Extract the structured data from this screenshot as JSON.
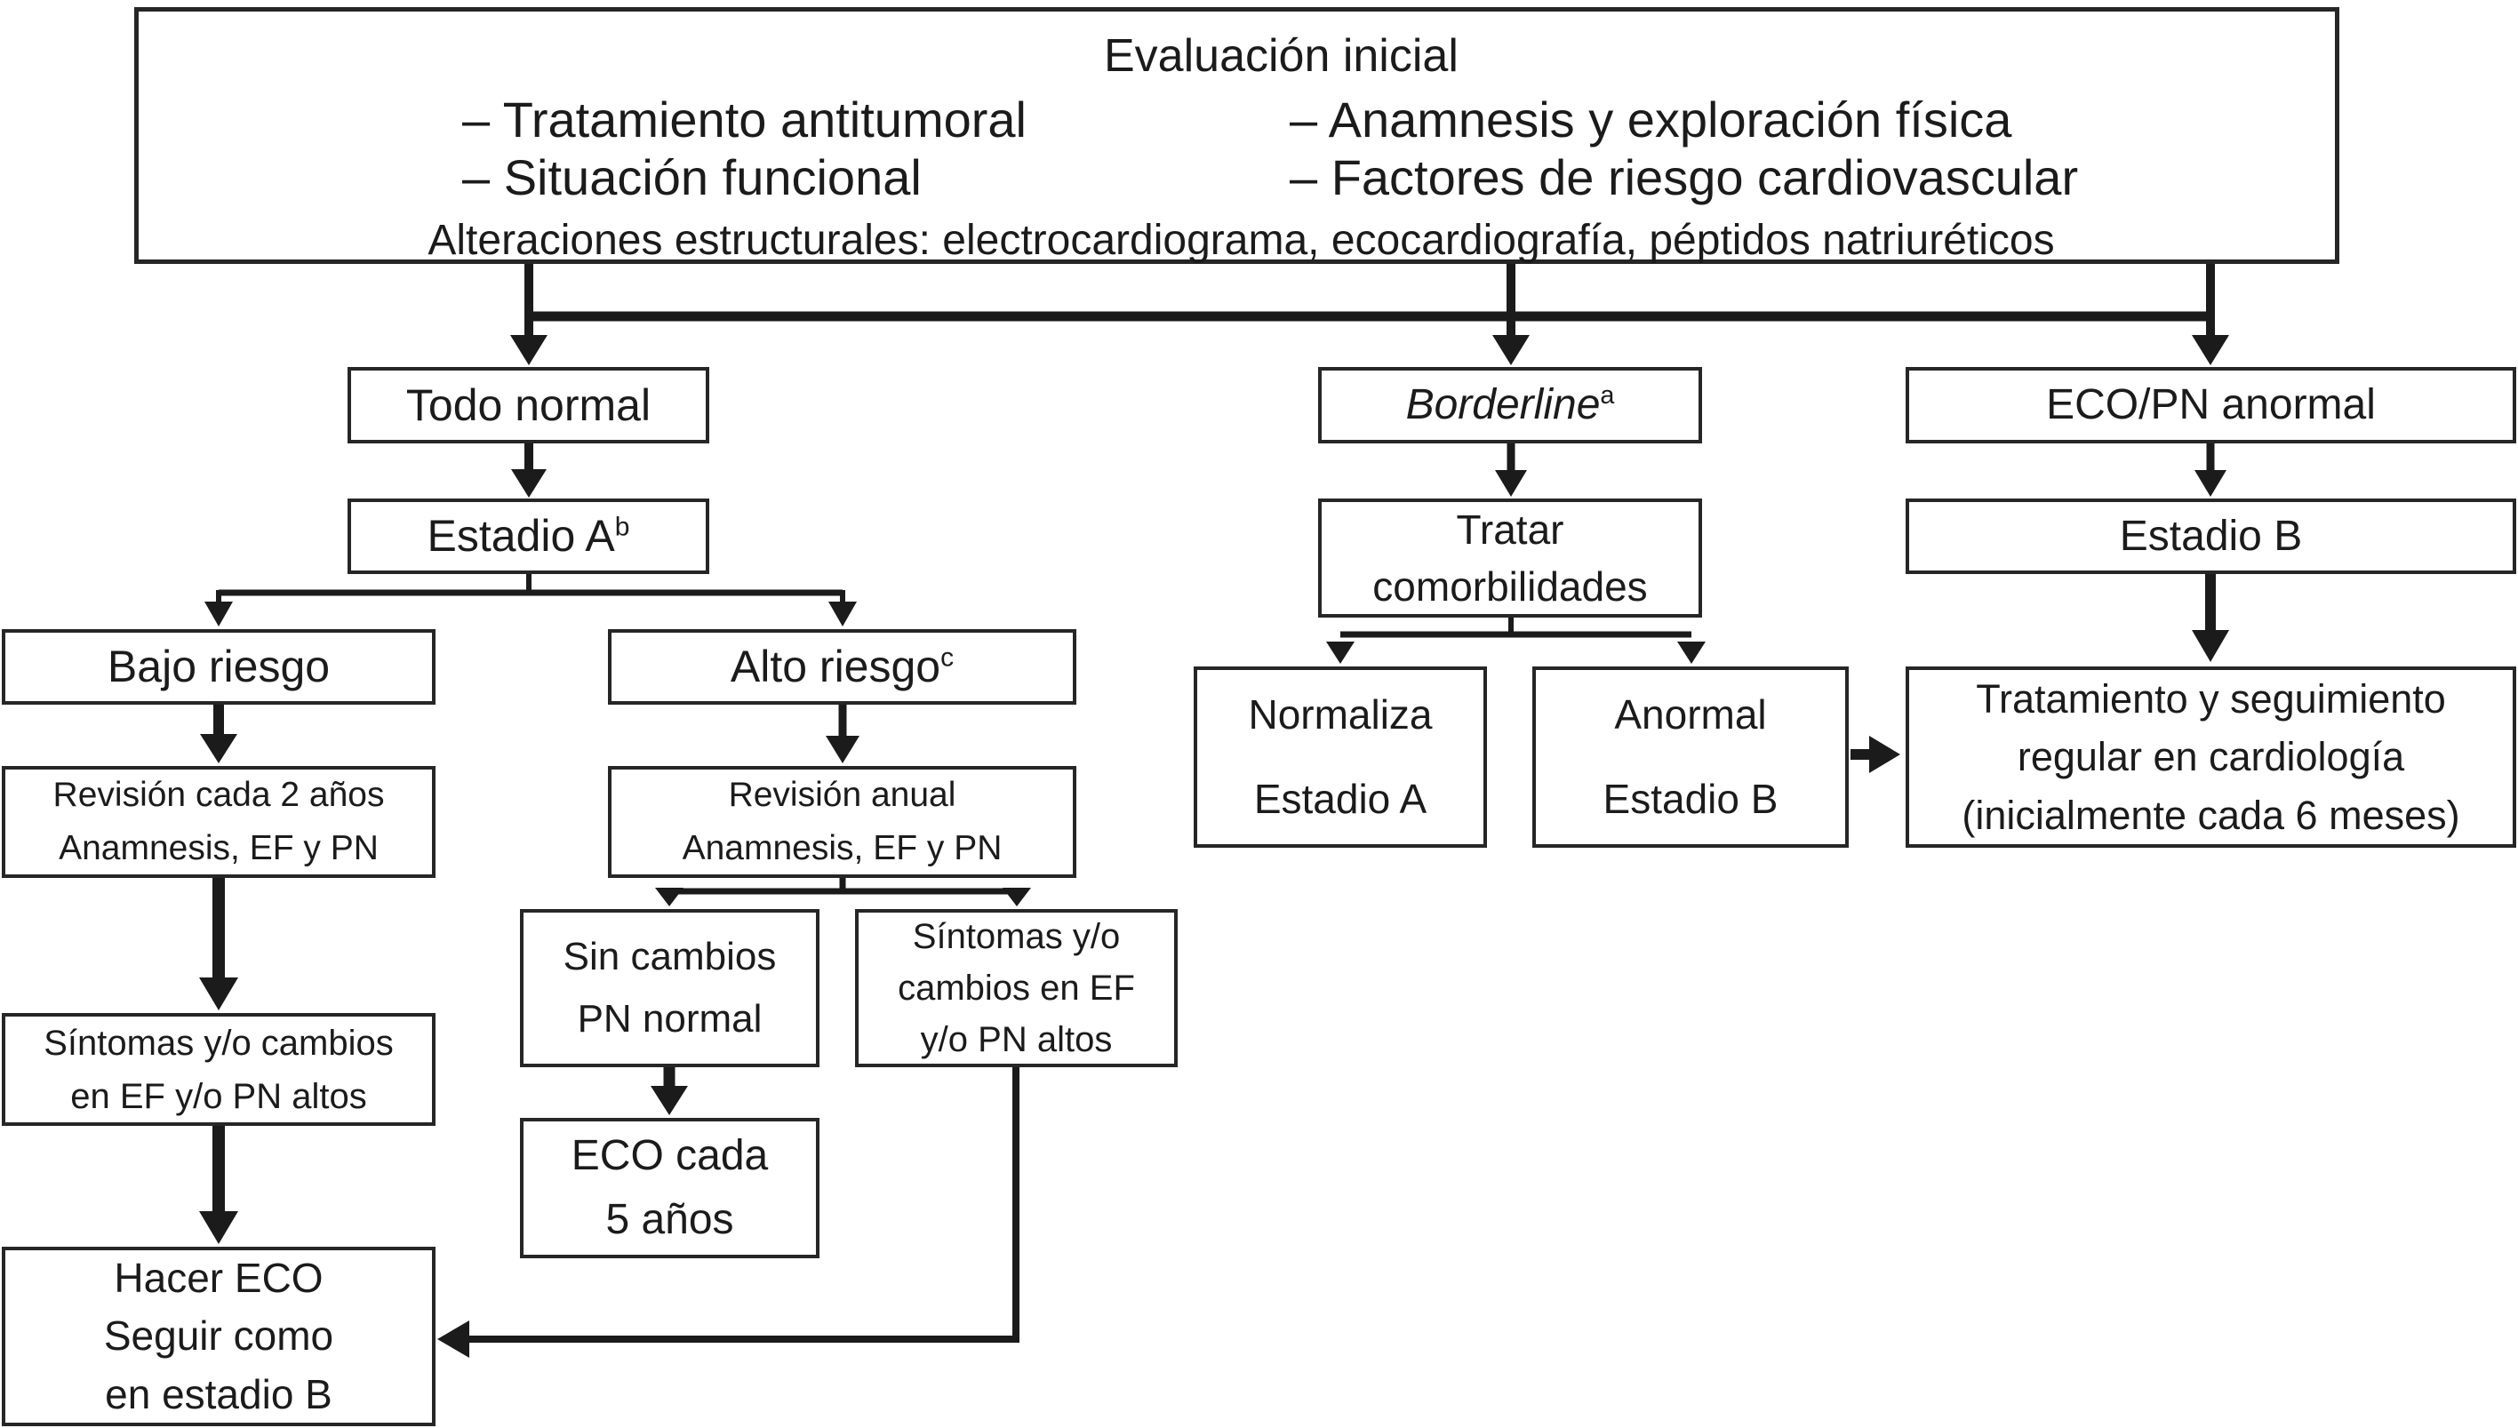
{
  "figure": {
    "eval": {
      "title": "Evaluación inicial",
      "left_items": [
        "– Tratamiento antitumoral",
        "– Situación funcional"
      ],
      "right_items": [
        "– Anamnesis y exploración física",
        "– Factores de riesgo cardiovascular"
      ],
      "bottom_line": "Alteraciones estructurales: electrocardiograma, ecocardiografía, péptidos natriuréticos"
    },
    "nodes": {
      "todo_normal": {
        "label": "Todo normal"
      },
      "borderline": {
        "label": "Borderline",
        "sup": "a"
      },
      "eco_pn": {
        "label": "ECO/PN anormal"
      },
      "estadio_a": {
        "label": "Estadio A",
        "sup": "b"
      },
      "tratar": {
        "line1": "Tratar",
        "line2": "comorbilidades"
      },
      "estadio_b": {
        "label": "Estadio B"
      },
      "bajo": {
        "label": "Bajo riesgo"
      },
      "alto": {
        "label": "Alto riesgo",
        "sup": "c"
      },
      "revision_bajo": {
        "line1": "Revisión cada 2 años",
        "line2": "Anamnesis, EF y PN"
      },
      "revision_alto": {
        "line1": "Revisión anual",
        "line2": "Anamnesis, EF y PN"
      },
      "sin_cambios": {
        "line1": "Sin cambios",
        "line2": "PN normal"
      },
      "sintomas_alto": {
        "line1": "Síntomas y/o",
        "line2": "cambios en EF",
        "line3": "y/o PN altos"
      },
      "sintomas_bajo": {
        "line1": "Síntomas y/o cambios",
        "line2": "en EF y/o PN altos"
      },
      "eco_5": {
        "line1": "ECO cada",
        "line2": "5 años"
      },
      "hacer_eco": {
        "line1": "Hacer ECO",
        "line2": "Seguir como",
        "line3": "en estadio B"
      },
      "normaliza": {
        "line1": "Normaliza",
        "line2": "Estadio A"
      },
      "anormal": {
        "line1": "Anormal",
        "line2": "Estadio B"
      },
      "tratamiento": {
        "line1": "Tratamiento y seguimiento",
        "line2": "regular en cardiología",
        "line3": "(inicialmente cada 6 meses)"
      }
    },
    "colors": {
      "line": "#1b1b1b",
      "text": "#1b1b1b",
      "box_border": "#262626",
      "background": "#ffffff"
    }
  }
}
